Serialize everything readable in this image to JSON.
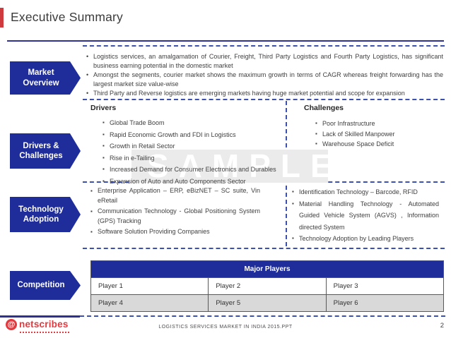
{
  "header": {
    "title": "Executive Summary"
  },
  "sections": {
    "market_overview": {
      "label": "Market Overview",
      "bullets": [
        "Logistics services, an amalgamation of Courier, Freight, Third Party Logistics and Fourth Party Logistics, has significant business earning potential in the domestic market",
        "Amongst the segments, courier market shows the maximum  growth in terms of CAGR whereas freight forwarding has the largest market size value-wise",
        "Third Party and Reverse logistics are emerging markets having huge market potential and scope for expansion"
      ]
    },
    "drivers_challenges": {
      "label": "Drivers & Challenges",
      "drivers": {
        "heading": "Drivers",
        "bullets": [
          "Global Trade Boom",
          "Rapid Economic Growth and FDI in Logistics",
          "Growth in Retail Sector",
          "Rise in e-Tailing",
          "Increased Demand for Consumer Electronics and Durables",
          "Expansion of Auto and Auto Components Sector"
        ]
      },
      "challenges": {
        "heading": "Challenges",
        "bullets": [
          "Poor Infrastructure",
          "Lack of Skilled Manpower",
          "Warehouse Space Deficit"
        ]
      }
    },
    "technology_adoption": {
      "label": "Technology Adoption",
      "left_bullets": [
        "Enterprise Application – ERP, eBizNET – SC suite, Vin eRetail",
        "Communication Technology - Global Positioning System (GPS) Tracking",
        "Software Solution Providing Companies"
      ],
      "right_bullets": [
        "Identification Technology – Barcode, RFID",
        "Material Handling Technology - Automated Guided Vehicle System (AGVS) , Information directed System",
        "Technology Adoption by Leading Players"
      ]
    },
    "competition": {
      "label": "Competition",
      "table": {
        "header": "Major Players",
        "rows": [
          [
            "Player 1",
            "Player 2",
            "Player 3"
          ],
          [
            "Player 4",
            "Player 5",
            "Player 6"
          ]
        ]
      }
    }
  },
  "watermark": "SAMPLE",
  "footer": {
    "logo_text": "netscribes",
    "doc_title": "LOGISTICS SERVICES MARKET IN INDIA 2015.PPT",
    "page_number": "2"
  },
  "colors": {
    "accent_blue": "#1f2d9a",
    "dashed_blue": "#3c50b1",
    "underline_navy": "#2e3192",
    "logo_red": "#e23a3f",
    "table_alt_row": "#d9d9d9"
  }
}
